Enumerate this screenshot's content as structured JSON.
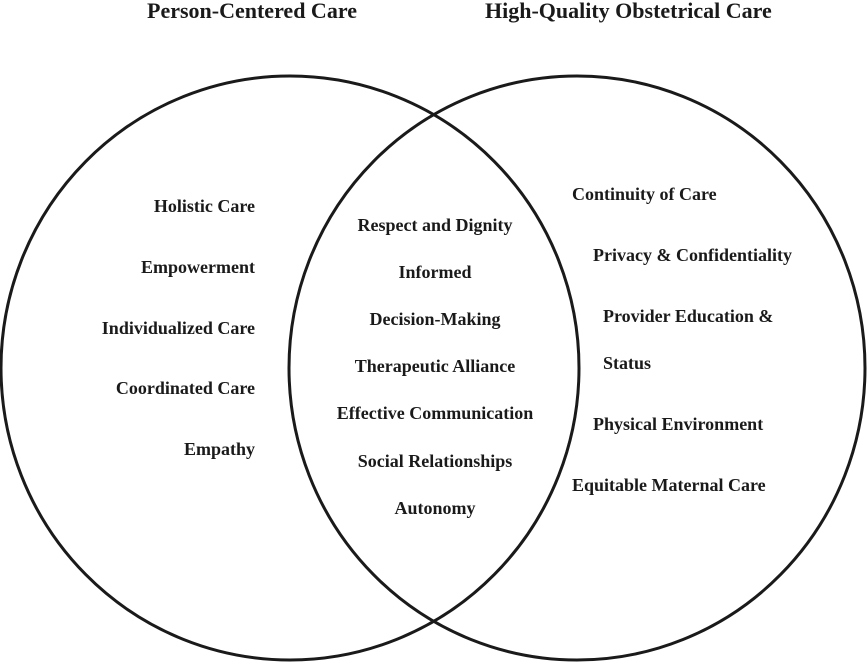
{
  "diagram": {
    "left_set": {
      "title": "Person-Centered Care",
      "items": [
        "Holistic Care",
        "Empowerment",
        "Individualized Care",
        "Coordinated Care",
        "Empathy"
      ]
    },
    "right_set": {
      "title": "High-Quality Obstetrical Care",
      "items": [
        "Continuity of Care",
        "Privacy & Confidentiality",
        "Provider Education &",
        "Status",
        "Physical Environment",
        "Equitable Maternal Care"
      ]
    },
    "overlap": {
      "items": [
        "Respect and Dignity",
        "Informed",
        "Decision-Making",
        "Therapeutic Alliance",
        "Effective Communication",
        "Social Relationships",
        "Autonomy"
      ]
    },
    "colors": {
      "stroke": "#1a1a1a",
      "text": "#1a1a1a",
      "background": "#ffffff"
    }
  }
}
